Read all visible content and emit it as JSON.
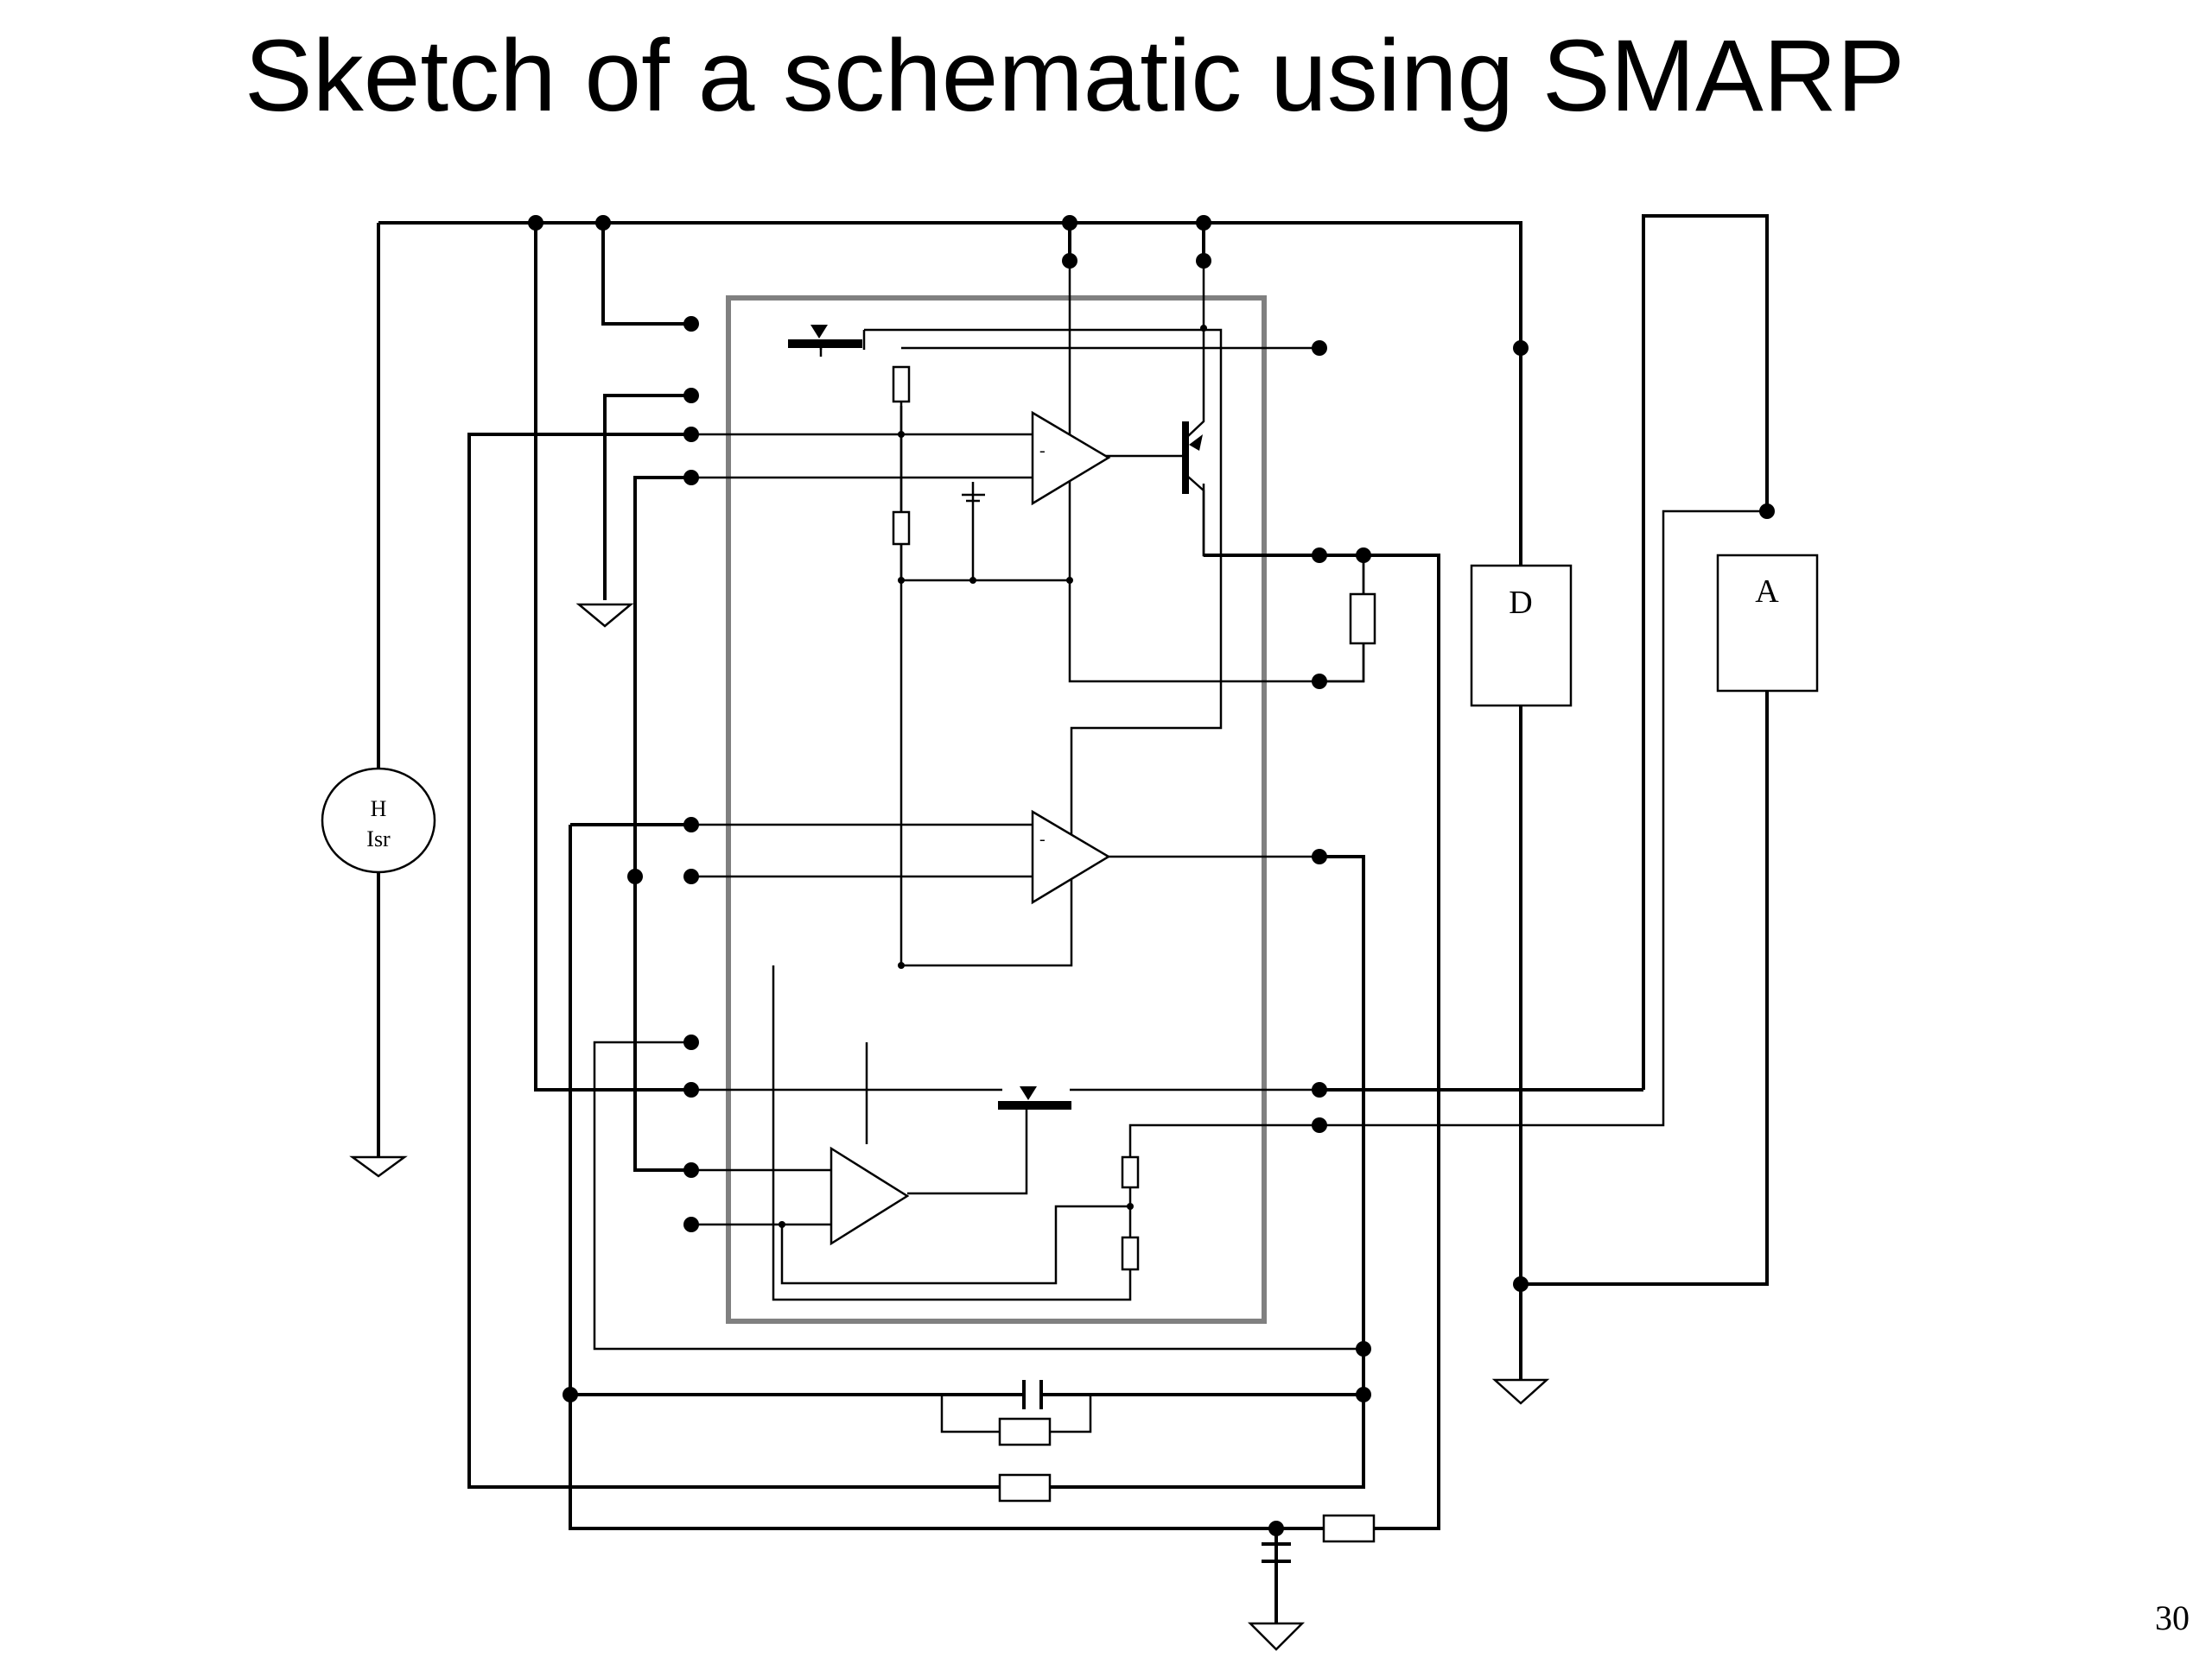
{
  "slide": {
    "title": "Sketch of a schematic using SMARP",
    "page_number": "30"
  },
  "components": {
    "hall_sensor": {
      "line1": "H",
      "line2": "Isr"
    },
    "block_d": {
      "label": "D"
    },
    "block_a": {
      "label": "A"
    },
    "opamp_sign": "-"
  }
}
